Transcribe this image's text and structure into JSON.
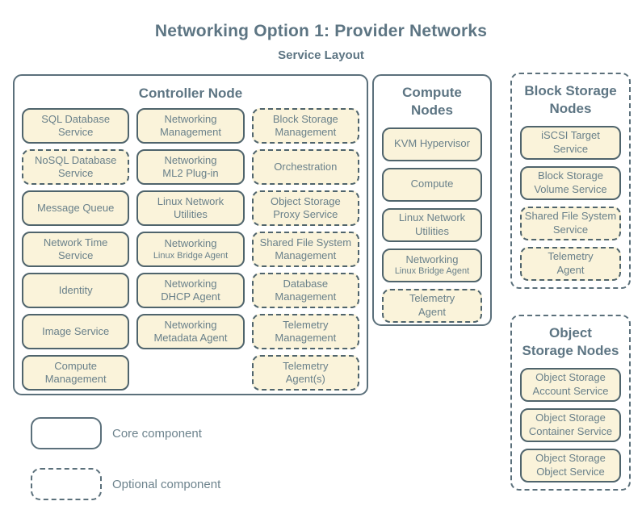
{
  "title": "Networking Option 1: Provider Networks",
  "subtitle": "Service Layout",
  "colors": {
    "heading_text": "#5d7583",
    "box_fill": "#faf3da",
    "box_border": "#4f646c",
    "group_border": "#5b707b",
    "box_label_text": "#69808a"
  },
  "groups": [
    {
      "id": "controller-node",
      "title_lines": [
        "Controller Node"
      ],
      "border": "solid",
      "services": [
        {
          "type": "core",
          "lines": [
            "SQL Database",
            "Service"
          ]
        },
        {
          "type": "core",
          "lines": [
            "Networking",
            "Management"
          ]
        },
        {
          "type": "optional",
          "lines": [
            "Block Storage",
            "Management"
          ]
        },
        {
          "type": "optional",
          "lines": [
            "NoSQL Database",
            "Service"
          ]
        },
        {
          "type": "core",
          "lines": [
            "Networking",
            "ML2 Plug-in"
          ]
        },
        {
          "type": "optional",
          "lines": [
            "Orchestration"
          ]
        },
        {
          "type": "core",
          "lines": [
            "Message Queue"
          ]
        },
        {
          "type": "core",
          "lines": [
            "Linux Network",
            "Utilities"
          ]
        },
        {
          "type": "optional",
          "lines": [
            "Object Storage",
            "Proxy Service"
          ]
        },
        {
          "type": "core",
          "lines": [
            "Network Time",
            "Service"
          ]
        },
        {
          "type": "core",
          "lines": [
            "Networking"
          ],
          "sublines": [
            "Linux Bridge Agent"
          ]
        },
        {
          "type": "optional",
          "lines": [
            "Shared File System",
            "Management"
          ]
        },
        {
          "type": "core",
          "lines": [
            "Identity"
          ]
        },
        {
          "type": "core",
          "lines": [
            "Networking",
            "DHCP Agent"
          ]
        },
        {
          "type": "optional",
          "lines": [
            "Database",
            "Management"
          ]
        },
        {
          "type": "core",
          "lines": [
            "Image Service"
          ]
        },
        {
          "type": "core",
          "lines": [
            "Networking",
            "Metadata Agent"
          ]
        },
        {
          "type": "optional",
          "lines": [
            "Telemetry",
            "Management"
          ]
        },
        {
          "type": "core",
          "lines": [
            "Compute",
            "Management"
          ]
        },
        {
          "empty": true
        },
        {
          "type": "optional",
          "lines": [
            "Telemetry",
            "Agent(s)"
          ]
        }
      ]
    },
    {
      "id": "compute-nodes",
      "title_lines": [
        "Compute",
        "Nodes"
      ],
      "border": "solid",
      "services": [
        {
          "type": "core",
          "lines": [
            "KVM Hypervisor"
          ]
        },
        {
          "type": "core",
          "lines": [
            "Compute"
          ]
        },
        {
          "type": "core",
          "lines": [
            "Linux Network",
            "Utilities"
          ]
        },
        {
          "type": "core",
          "lines": [
            "Networking"
          ],
          "sublines": [
            "Linux Bridge Agent"
          ]
        },
        {
          "type": "optional",
          "lines": [
            "Telemetry",
            "Agent"
          ]
        }
      ]
    },
    {
      "id": "block-storage-nodes",
      "title_lines": [
        "Block Storage",
        "Nodes"
      ],
      "border": "dashed",
      "services": [
        {
          "type": "core",
          "lines": [
            "iSCSI Target",
            "Service"
          ]
        },
        {
          "type": "core",
          "lines": [
            "Block Storage",
            "Volume Service"
          ]
        },
        {
          "type": "optional",
          "lines": [
            "Shared File System",
            "Service"
          ]
        },
        {
          "type": "optional",
          "lines": [
            "Telemetry",
            "Agent"
          ]
        }
      ]
    },
    {
      "id": "object-storage-nodes",
      "title_lines": [
        "Object",
        "Storage Nodes"
      ],
      "border": "dashed",
      "services": [
        {
          "type": "core",
          "lines": [
            "Object Storage",
            "Account Service"
          ]
        },
        {
          "type": "core",
          "lines": [
            "Object Storage",
            "Container Service"
          ]
        },
        {
          "type": "core",
          "lines": [
            "Object Storage",
            "Object Service"
          ]
        }
      ]
    }
  ],
  "legend": [
    {
      "style": "core",
      "label": "Core component"
    },
    {
      "style": "optional",
      "label": "Optional component"
    }
  ]
}
